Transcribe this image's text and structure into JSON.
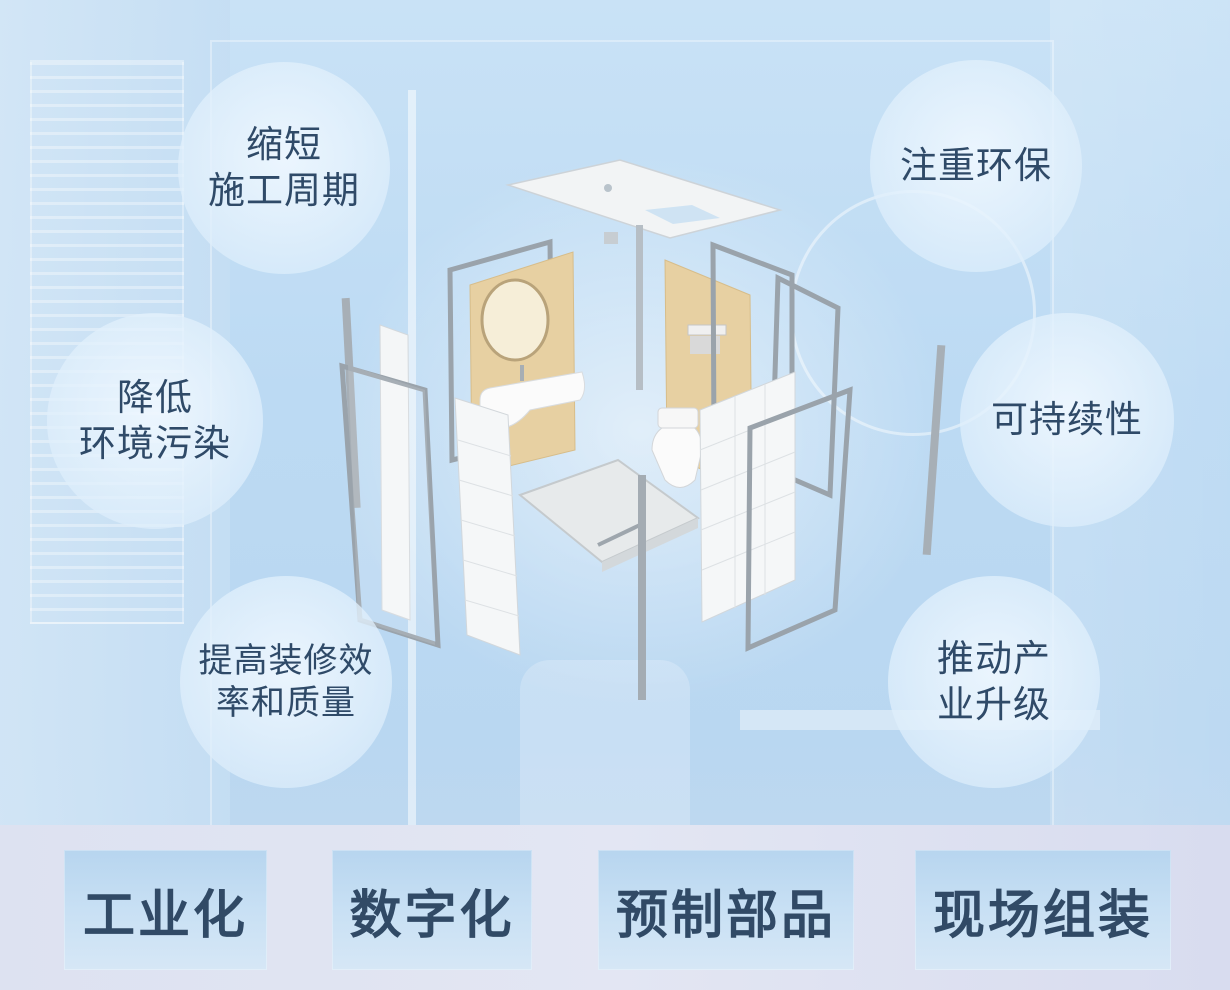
{
  "bubbles": [
    {
      "text": "缩短\n施工周期"
    },
    {
      "text": "注重环保"
    },
    {
      "text": "降低\n环境污染"
    },
    {
      "text": "可持续性"
    },
    {
      "text": "提高装修效\n率和质量"
    },
    {
      "text": "推动产\n业升级"
    }
  ],
  "tags": [
    {
      "text": "工业化"
    },
    {
      "text": "数字化"
    },
    {
      "text": "预制部品"
    },
    {
      "text": "现场组装"
    }
  ],
  "colors": {
    "text": "#2f4a68",
    "tag_text": "#314a66",
    "tile_beige": "#e8d2a4",
    "tile_white": "#f4f6f7",
    "frame_metal": "#9aa3ab"
  },
  "icons": {
    "illustration": "exploded-bathroom-pod-illustration"
  }
}
